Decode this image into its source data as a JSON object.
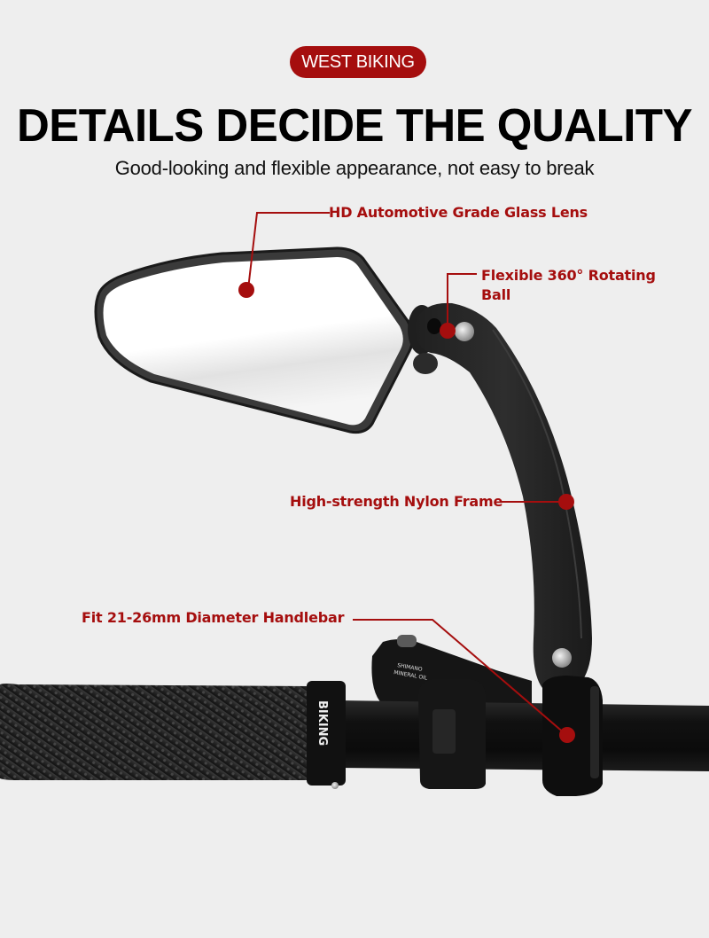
{
  "brand": {
    "badge_label": "WEST BIKING",
    "color": "#a50e0e"
  },
  "header": {
    "title": "DETAILS DECIDE THE QUALITY",
    "subtitle": "Good-looking and flexible appearance, not easy to break"
  },
  "callouts": [
    {
      "id": "lens",
      "label": "HD Automotive Grade Glass Lens",
      "marker": "red-dot"
    },
    {
      "id": "ball",
      "label": "Flexible 360° Rotating Ball",
      "marker": "red-dot"
    },
    {
      "id": "frame",
      "label": "High-strength Nylon Frame",
      "marker": "red-dot"
    },
    {
      "id": "handlebar",
      "label": "Fit 21-26mm Diameter Handlebar",
      "marker": "red-dot"
    }
  ],
  "product_markings": {
    "grip_ring_text": "BIKING",
    "lever_text_line1": "SHIMANO",
    "lever_text_line2": "MINERAL OIL"
  },
  "colors": {
    "background": "#eeeeee",
    "accent": "#a50e0e",
    "product": "#1e1e1e"
  }
}
